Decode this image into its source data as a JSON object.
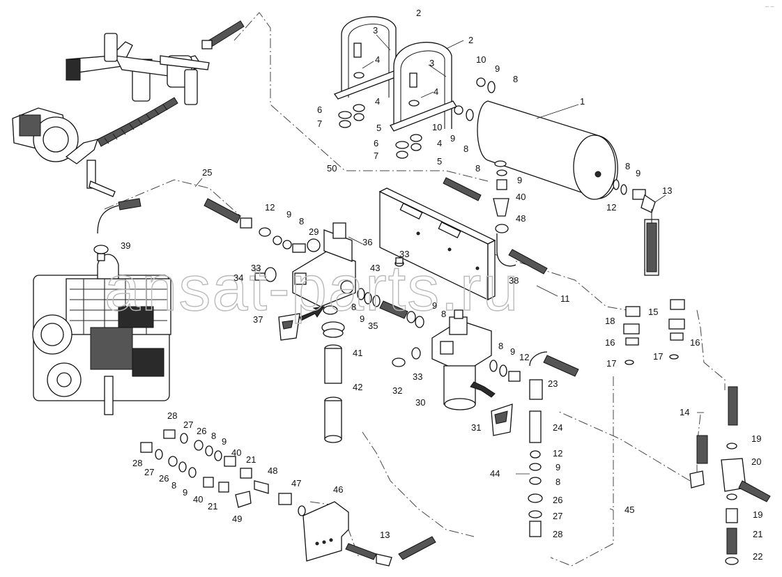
{
  "watermark": "ansat-parts.ru",
  "corner_mark": "– –",
  "labels": [
    {
      "id": "l2a",
      "text": "2"
    },
    {
      "id": "l2b",
      "text": "2"
    },
    {
      "id": "l3a",
      "text": "3"
    },
    {
      "id": "l3b",
      "text": "3"
    },
    {
      "id": "l4a",
      "text": "4"
    },
    {
      "id": "l4b",
      "text": "4"
    },
    {
      "id": "l4c",
      "text": "4"
    },
    {
      "id": "l4d",
      "text": "4"
    },
    {
      "id": "l5a",
      "text": "5"
    },
    {
      "id": "l5b",
      "text": "5"
    },
    {
      "id": "l6a",
      "text": "6"
    },
    {
      "id": "l6b",
      "text": "6"
    },
    {
      "id": "l7a",
      "text": "7"
    },
    {
      "id": "l7b",
      "text": "7"
    },
    {
      "id": "l10a",
      "text": "10"
    },
    {
      "id": "l10b",
      "text": "10"
    },
    {
      "id": "l9a",
      "text": "9"
    },
    {
      "id": "l9b",
      "text": "9"
    },
    {
      "id": "l8a",
      "text": "8"
    },
    {
      "id": "l8b",
      "text": "8"
    },
    {
      "id": "l1",
      "text": "1"
    },
    {
      "id": "l50",
      "text": "50"
    },
    {
      "id": "l25",
      "text": "25"
    },
    {
      "id": "l8c",
      "text": "8"
    },
    {
      "id": "l9c",
      "text": "9"
    },
    {
      "id": "l40a",
      "text": "40"
    },
    {
      "id": "l48a",
      "text": "48"
    },
    {
      "id": "l8d",
      "text": "8"
    },
    {
      "id": "l9d",
      "text": "9"
    },
    {
      "id": "l12a",
      "text": "12"
    },
    {
      "id": "l13a",
      "text": "13"
    },
    {
      "id": "l39",
      "text": "39"
    },
    {
      "id": "l12b",
      "text": "12"
    },
    {
      "id": "l9e",
      "text": "9"
    },
    {
      "id": "l8e",
      "text": "8"
    },
    {
      "id": "l29",
      "text": "29"
    },
    {
      "id": "l36",
      "text": "36"
    },
    {
      "id": "l33a",
      "text": "33"
    },
    {
      "id": "l34",
      "text": "34"
    },
    {
      "id": "l33b",
      "text": "33"
    },
    {
      "id": "l43",
      "text": "43"
    },
    {
      "id": "l38",
      "text": "38"
    },
    {
      "id": "l11",
      "text": "11"
    },
    {
      "id": "l8f",
      "text": "8"
    },
    {
      "id": "l9f",
      "text": "9"
    },
    {
      "id": "l35",
      "text": "35"
    },
    {
      "id": "l9g",
      "text": "9"
    },
    {
      "id": "l8g",
      "text": "8"
    },
    {
      "id": "l37",
      "text": "37"
    },
    {
      "id": "l41",
      "text": "41"
    },
    {
      "id": "l42",
      "text": "42"
    },
    {
      "id": "l18",
      "text": "18"
    },
    {
      "id": "l15",
      "text": "15"
    },
    {
      "id": "l16a",
      "text": "16"
    },
    {
      "id": "l16b",
      "text": "16"
    },
    {
      "id": "l17a",
      "text": "17"
    },
    {
      "id": "l17b",
      "text": "17"
    },
    {
      "id": "l8h",
      "text": "8"
    },
    {
      "id": "l9h",
      "text": "9"
    },
    {
      "id": "l12c",
      "text": "12"
    },
    {
      "id": "l32",
      "text": "32"
    },
    {
      "id": "l33c",
      "text": "33"
    },
    {
      "id": "l23",
      "text": "23"
    },
    {
      "id": "l30",
      "text": "30"
    },
    {
      "id": "l31",
      "text": "31"
    },
    {
      "id": "l24",
      "text": "24"
    },
    {
      "id": "l14",
      "text": "14"
    },
    {
      "id": "l28a",
      "text": "28"
    },
    {
      "id": "l27a",
      "text": "27"
    },
    {
      "id": "l26a",
      "text": "26"
    },
    {
      "id": "l8i",
      "text": "8"
    },
    {
      "id": "l9i",
      "text": "9"
    },
    {
      "id": "l28b",
      "text": "28"
    },
    {
      "id": "l27b",
      "text": "27"
    },
    {
      "id": "l26b",
      "text": "26"
    },
    {
      "id": "l8j",
      "text": "8"
    },
    {
      "id": "l9j",
      "text": "9"
    },
    {
      "id": "l40b",
      "text": "40"
    },
    {
      "id": "l21a",
      "text": "21"
    },
    {
      "id": "l40c",
      "text": "40"
    },
    {
      "id": "l21b",
      "text": "21"
    },
    {
      "id": "l48b",
      "text": "48"
    },
    {
      "id": "l47",
      "text": "47"
    },
    {
      "id": "l49",
      "text": "49"
    },
    {
      "id": "l46",
      "text": "46"
    },
    {
      "id": "l13b",
      "text": "13"
    },
    {
      "id": "l12d",
      "text": "12"
    },
    {
      "id": "l9k",
      "text": "9"
    },
    {
      "id": "l8k",
      "text": "8"
    },
    {
      "id": "l26c",
      "text": "26"
    },
    {
      "id": "l27c",
      "text": "27"
    },
    {
      "id": "l28c",
      "text": "28"
    },
    {
      "id": "l44",
      "text": "44"
    },
    {
      "id": "l45",
      "text": "45"
    },
    {
      "id": "l19a",
      "text": "19"
    },
    {
      "id": "l20",
      "text": "20"
    },
    {
      "id": "l19b",
      "text": "19"
    },
    {
      "id": "l21c",
      "text": "21"
    },
    {
      "id": "l22",
      "text": "22"
    }
  ]
}
